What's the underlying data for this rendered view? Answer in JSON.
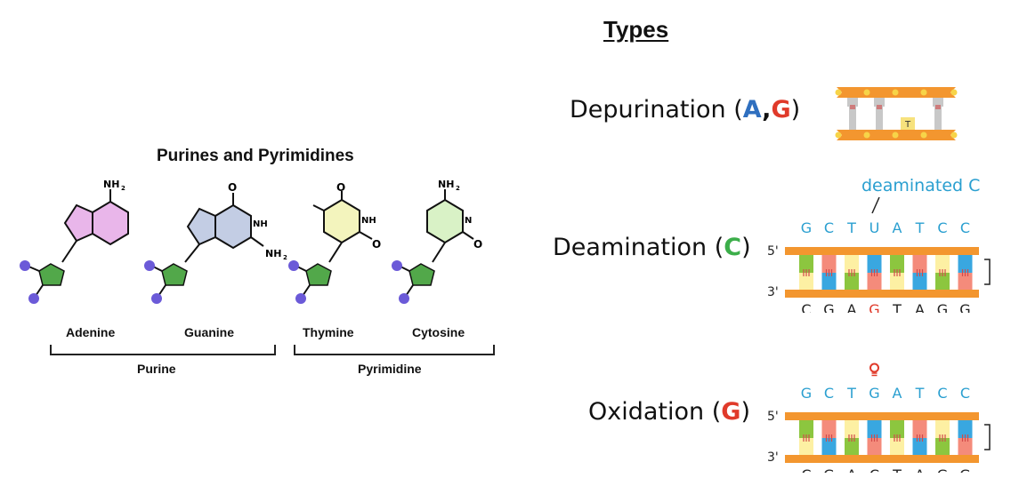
{
  "types_heading": "Types",
  "molecules_panel": {
    "title": "Purines and Pyrimidines",
    "molecules": [
      {
        "name": "Adenine",
        "color": "#e9b6ea"
      },
      {
        "name": "Guanine",
        "color": "#c3cde4"
      },
      {
        "name": "Thymine",
        "color": "#f3f4bd"
      },
      {
        "name": "Cytosine",
        "color": "#d9f2c6"
      }
    ],
    "groups": [
      {
        "name": "Purine"
      },
      {
        "name": "Pyrimidine"
      }
    ],
    "atom_labels": {
      "nh2": "NH",
      "sub2": "2",
      "o": "O",
      "n": "N",
      "nh": "NH"
    }
  },
  "damage_types": {
    "depurination": {
      "name": "Depurination",
      "open": " (",
      "b1": "A",
      "sep": ",",
      "b2": "G",
      "close": ")",
      "b1_color": "#2f6fbf",
      "b2_color": "#e03a2a",
      "missing_base": "T"
    },
    "deamination": {
      "name": "Deamination",
      "open": " (",
      "b1": "C",
      "close": ")",
      "b1_color": "#3cae4a"
    },
    "oxidation": {
      "name": "Oxidation",
      "open": " (",
      "b1": "G",
      "close": ")",
      "b1_color": "#e03a2a"
    }
  },
  "deamination_strand": {
    "callout": "deaminated C",
    "top": [
      "G",
      "C",
      "T",
      "U",
      "A",
      "T",
      "C",
      "C"
    ],
    "bottom": [
      "C",
      "G",
      "A",
      "G",
      "T",
      "A",
      "G",
      "G"
    ],
    "highlight_bottom_index": 3,
    "label_5": "5'",
    "label_3": "3'"
  },
  "oxidation_strand": {
    "top": [
      "G",
      "C",
      "T",
      "G",
      "A",
      "T",
      "C",
      "C"
    ],
    "bottom": [
      "C",
      "G",
      "A",
      "C",
      "T",
      "A",
      "G",
      "G"
    ],
    "oxidized_index": 3,
    "label_5": "5'",
    "label_3": "3'"
  },
  "colors": {
    "backbone": "#f3962f",
    "strand_text_top": "#2a9fd0",
    "strand_text_bottom": "#222222",
    "highlight": "#e03a2a",
    "sugar": "#52a84a",
    "phosphate": "#6b5ad8",
    "base_palette": [
      "#8cc63f",
      "#f48b7b",
      "#fdf0a3",
      "#39a7e0"
    ]
  }
}
